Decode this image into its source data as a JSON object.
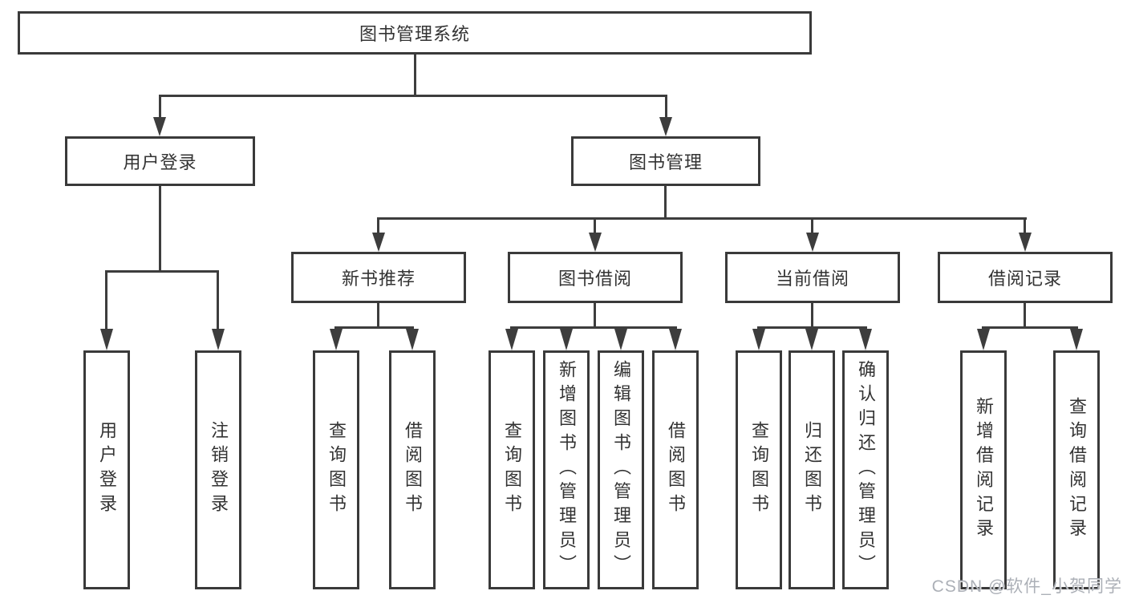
{
  "diagram": {
    "root": {
      "label": "图书管理系统"
    },
    "level2": [
      {
        "label": "用户登录"
      },
      {
        "label": "图书管理"
      }
    ],
    "level3": [
      {
        "label": "新书推荐"
      },
      {
        "label": "图书借阅"
      },
      {
        "label": "当前借阅"
      },
      {
        "label": "借阅记录"
      }
    ],
    "leaves": {
      "user_login": [
        "用户登录",
        "注销登录"
      ],
      "new_book": [
        "查询图书",
        "借阅图书"
      ],
      "book_borrow": [
        "查询图书",
        "新增图书（管理员）",
        "编辑图书（管理员）",
        "借阅图书"
      ],
      "current_borrow": [
        "查询图书",
        "归还图书",
        "确认归还（管理员）"
      ],
      "borrow_record": [
        "新增借阅记录",
        "查询借阅记录"
      ]
    },
    "line_color": "#3d3d3d",
    "box_border_color": "#3a3a3a",
    "text_color": "#333333"
  },
  "watermark": {
    "text": "CSDN @软件_小贺同学"
  }
}
